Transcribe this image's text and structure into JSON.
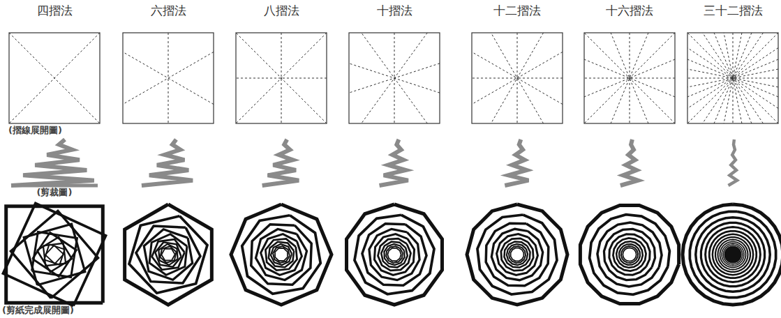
{
  "diagram": {
    "labels": [
      "四摺法",
      "六摺法",
      "八摺法",
      "十摺法",
      "十二摺法",
      "十六摺法",
      "三十二摺法",
      "(摺線展開圖)",
      "(剪裁圖)",
      "(剪紙完成展開圖)"
    ]
  }
}
